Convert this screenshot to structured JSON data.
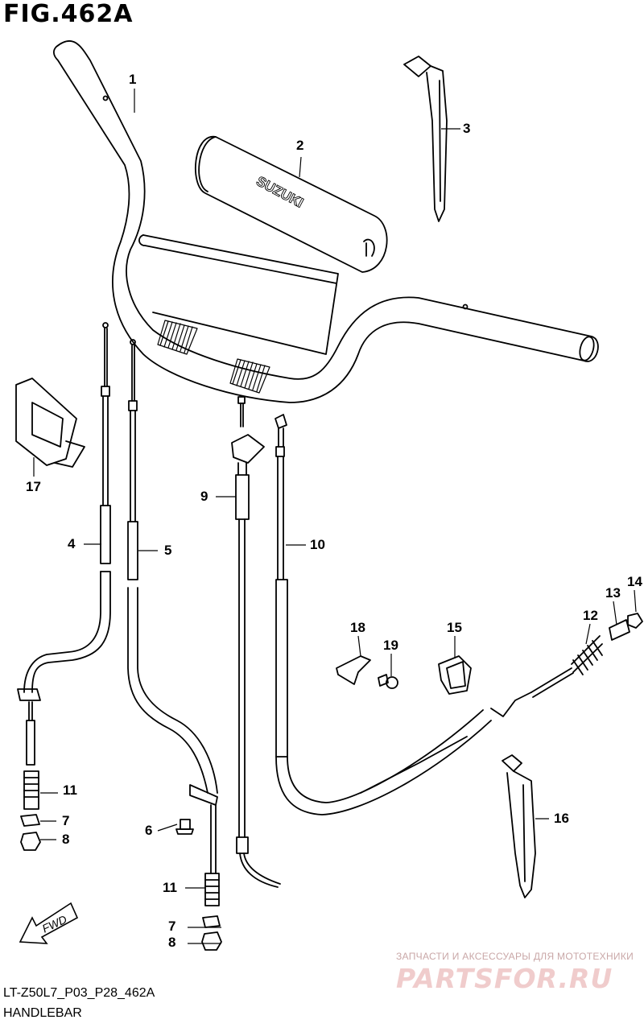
{
  "figure": {
    "title": "FIG.462A",
    "code": "LT-Z50L7_P03_P28_462A",
    "caption": "HANDLEBAR",
    "logo_text": "SUZUKI",
    "fwd_label": "FWD"
  },
  "watermark": {
    "line1": "ЗАПЧАСТИ И АКСЕССУАРЫ ДЛЯ МОТОТЕХНИКИ",
    "line2": "PARTSFOR.RU"
  },
  "callouts": [
    {
      "id": "c1",
      "label": "1",
      "part": "handlebar"
    },
    {
      "id": "c2",
      "label": "2",
      "part": "handlebar-pad"
    },
    {
      "id": "c3",
      "label": "3",
      "part": "cable-tie"
    },
    {
      "id": "c4",
      "label": "4",
      "part": "cable"
    },
    {
      "id": "c5",
      "label": "5",
      "part": "cable"
    },
    {
      "id": "c6",
      "label": "6",
      "part": "bolt"
    },
    {
      "id": "c7a",
      "label": "7",
      "part": "nut"
    },
    {
      "id": "c8a",
      "label": "8",
      "part": "nut"
    },
    {
      "id": "c7b",
      "label": "7",
      "part": "nut"
    },
    {
      "id": "c8b",
      "label": "8",
      "part": "nut"
    },
    {
      "id": "c9",
      "label": "9",
      "part": "throttle-cable"
    },
    {
      "id": "c10",
      "label": "10",
      "part": "cable"
    },
    {
      "id": "c11a",
      "label": "11",
      "part": "cable-boot"
    },
    {
      "id": "c11b",
      "label": "11",
      "part": "cable-boot"
    },
    {
      "id": "c12",
      "label": "12",
      "part": "spring"
    },
    {
      "id": "c13",
      "label": "13",
      "part": "joint"
    },
    {
      "id": "c14",
      "label": "14",
      "part": "nut"
    },
    {
      "id": "c15",
      "label": "15",
      "part": "clamp"
    },
    {
      "id": "c16",
      "label": "16",
      "part": "cable-tie"
    },
    {
      "id": "c17",
      "label": "17",
      "part": "bracket"
    },
    {
      "id": "c18",
      "label": "18",
      "part": "clip"
    },
    {
      "id": "c19",
      "label": "19",
      "part": "screw"
    }
  ]
}
